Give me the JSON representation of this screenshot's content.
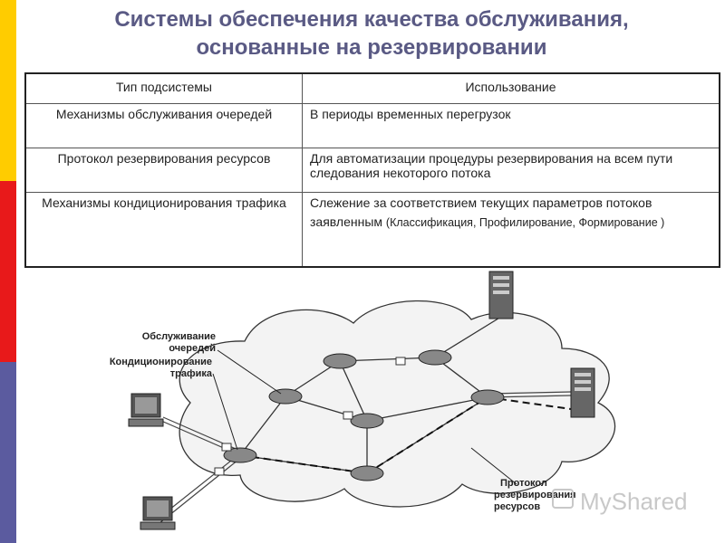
{
  "slide": {
    "title_line1": "Системы обеспечения качества обслуживания,",
    "title_line2": "основанные на резервировании"
  },
  "table": {
    "headers": [
      "Тип подсистемы",
      "Использование"
    ],
    "rows": [
      {
        "type": "Механизмы обслуживания очередей",
        "usage": "В периоды временных перегрузок",
        "usage_extra": ""
      },
      {
        "type": "Протокол резервирования ресурсов",
        "usage": "Для автоматизации процедуры резервирования на всем пути следования некоторого потока",
        "usage_extra": ""
      },
      {
        "type": "Механизмы кондиционирования трафика",
        "usage": "Слежение за соответствием текущих параметров потоков заявленным",
        "usage_extra": "(Классификация, Профилирование, Формирование )"
      }
    ]
  },
  "diagram": {
    "label_queue_1": "Обслуживание",
    "label_queue_2": "очередей",
    "label_cond_1": "Кондиционирование",
    "label_cond_2": "трафика",
    "label_rsvp_1": "Протокол",
    "label_rsvp_2": "резервирования",
    "label_rsvp_3": "ресурсов"
  },
  "watermark": "MyShared",
  "colors": {
    "side_yellow": "#ffcc00",
    "side_red": "#e8191a",
    "side_blue": "#5b5b9f",
    "title": "#5a5a84"
  }
}
